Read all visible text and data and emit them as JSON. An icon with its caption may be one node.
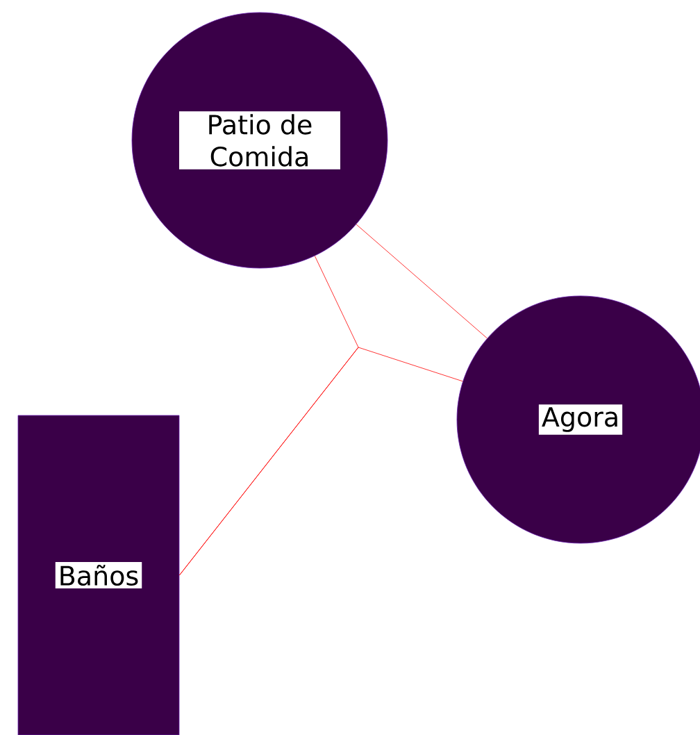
{
  "diagram": {
    "nodes": [
      {
        "text": [
          "Patio de Comida"
        ]
      },
      {
        "text": [
          "Agora"
        ]
      },
      {
        "text": [
          "Baños"
        ]
      }
    ],
    "edges": [
      {
        "from": 0,
        "to": 1,
        "arrow": "none",
        "color": "#ff0000"
      },
      {
        "from": 2,
        "to": 0,
        "arrow": "none",
        "color": "#ff0000"
      },
      {
        "from": 2,
        "to": 1,
        "arrow": "none",
        "color": "#ff0000"
      }
    ]
  }
}
